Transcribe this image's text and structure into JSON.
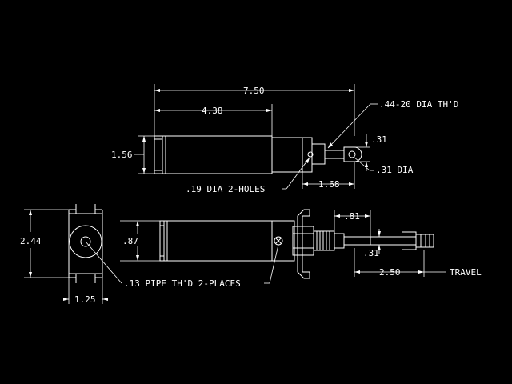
{
  "colors": {
    "background": "#000000",
    "lines": "#ffffff"
  },
  "dims": {
    "overall_length": "7.50",
    "body_length": "4.38",
    "top_height": "1.56",
    "thread": ".44-20 DIA TH'D",
    "rod_end_height": ".31",
    "pin_dia": ".31 DIA",
    "ports_top": ".19 DIA 2-HOLES",
    "rod_extension": "1.68",
    "front_height": "2.44",
    "bore": ".87",
    "front_width": "1.25",
    "ports_front": ".13 PIPE TH'D 2-PLACES",
    "clevis_length": ".81",
    "clevis_offset": ".31",
    "stroke_value": "2.50",
    "stroke_label": "TRAVEL"
  }
}
